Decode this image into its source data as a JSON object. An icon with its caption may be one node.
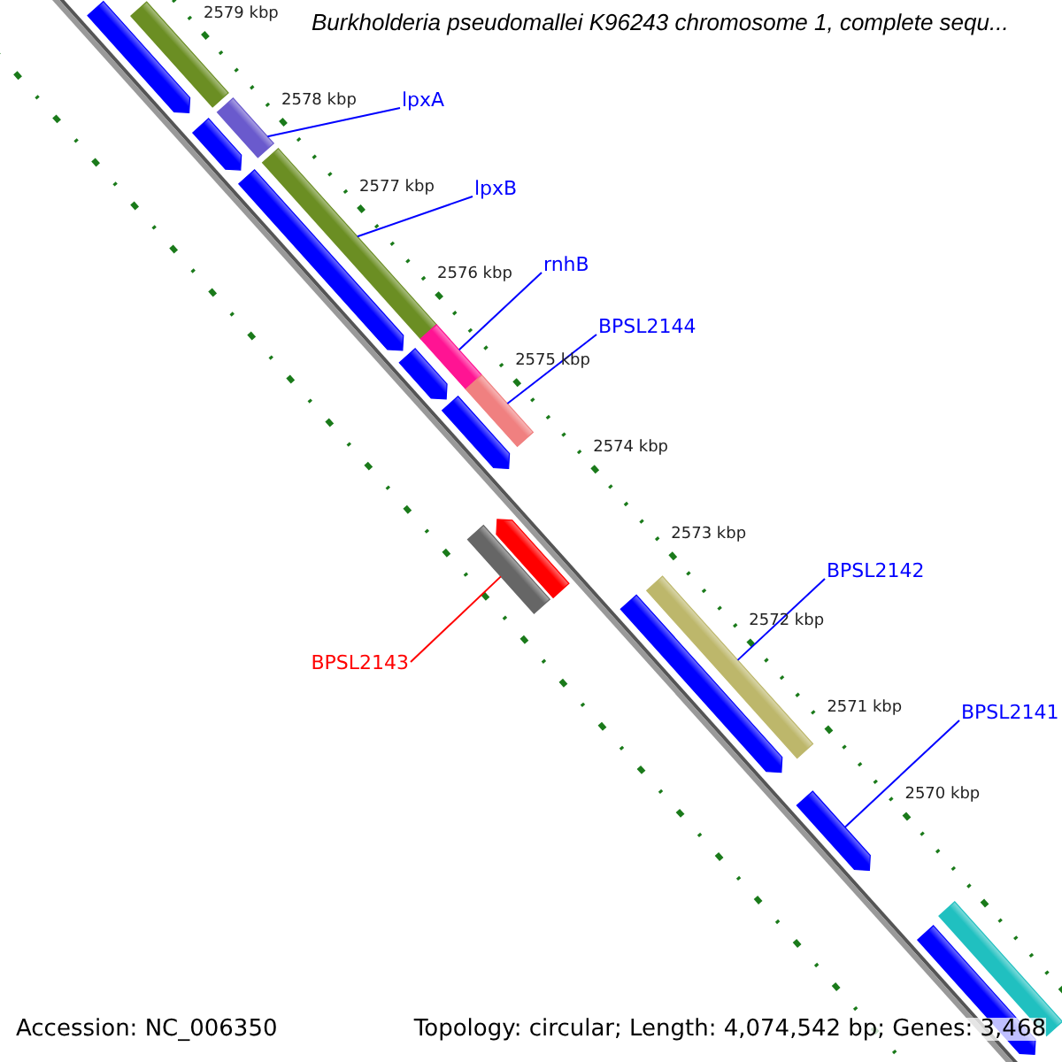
{
  "diagram": {
    "title": "Burkholderia pseudomallei K96243 chromosome 1, complete sequ...",
    "nodes": [
      {
        "text": [
          "lpxA"
        ]
      },
      {
        "text": [],
        "shape": "bar"
      },
      {
        "text": [
          "lpxB"
        ]
      },
      {
        "text": [],
        "shape": "bar"
      },
      {
        "text": [
          "rnhB"
        ]
      },
      {
        "text": [],
        "shape": "bar"
      },
      {
        "text": [
          "BPSL2144"
        ]
      },
      {
        "text": [],
        "shape": "bar"
      },
      {
        "text": [
          "BPSL2142"
        ]
      },
      {
        "text": [],
        "shape": "bar"
      },
      {
        "text": [
          "BPSL2143"
        ]
      },
      {
        "text": [],
        "shape": "bar"
      },
      {
        "text": [
          "BPSL2141"
        ]
      },
      {
        "text": [],
        "shape": "arrow"
      },
      {
        "text": [],
        "shape": "bar"
      },
      {
        "text": [],
        "shape": "arrow"
      },
      {
        "text": [],
        "shape": "arrow"
      },
      {
        "text": [],
        "shape": "arrow"
      },
      {
        "text": [],
        "shape": "arrow"
      },
      {
        "text": [],
        "shape": "arrow"
      },
      {
        "text": [],
        "shape": "arrow"
      },
      {
        "text": [],
        "shape": "arrow"
      },
      {
        "text": [],
        "shape": "bar"
      },
      {
        "text": [],
        "shape": "arrow"
      }
    ],
    "edges": [
      {
        "from": 0,
        "to": 1,
        "arrow": "none"
      },
      {
        "from": 2,
        "to": 3,
        "arrow": "none"
      },
      {
        "from": 4,
        "to": 5,
        "arrow": "none"
      },
      {
        "from": 6,
        "to": 7,
        "arrow": "none"
      },
      {
        "from": 8,
        "to": 9,
        "arrow": "none"
      },
      {
        "from": 10,
        "to": 11,
        "arrow": "none",
        "color": "#ff0000"
      },
      {
        "from": 12,
        "to": 13,
        "arrow": "none"
      }
    ],
    "labels": [
      "2579 kbp",
      "2578 kbp",
      "2577 kbp",
      "2576 kbp",
      "2575 kbp",
      "2574 kbp",
      "2573 kbp",
      "2572 kbp",
      "2571 kbp",
      "2570 kbp",
      "Accession: NC_006350",
      "Topology: circular; Length: 4,074,542 bp; Genes: 3,468"
    ]
  }
}
